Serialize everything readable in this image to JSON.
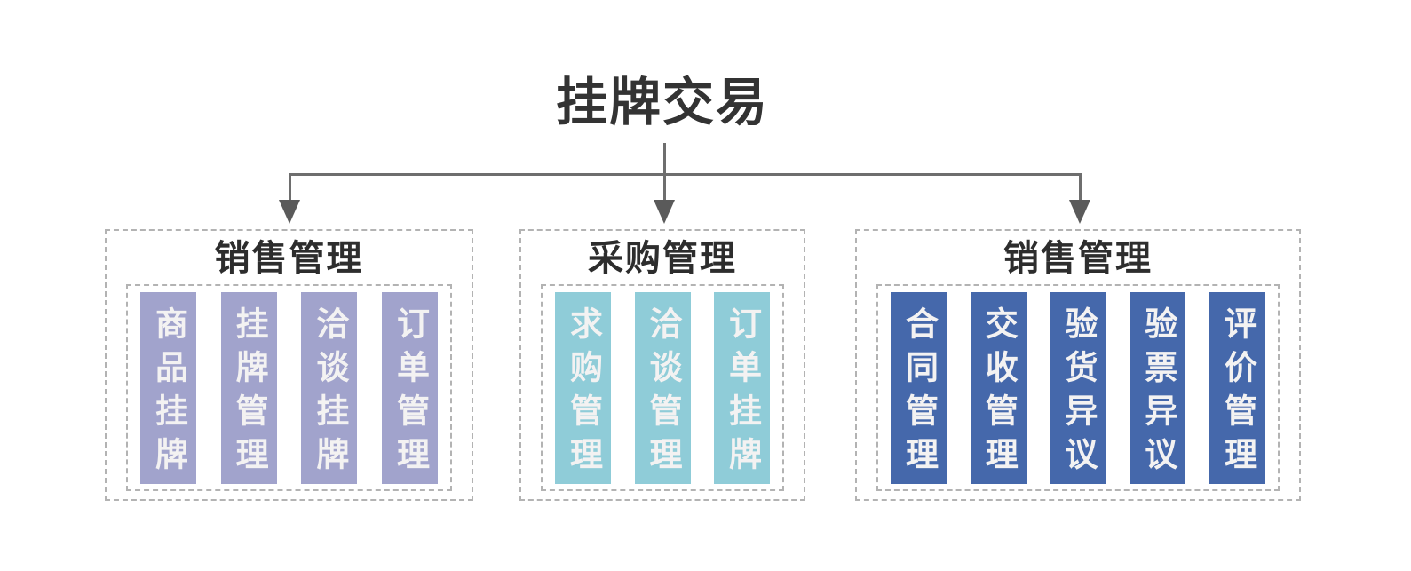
{
  "page": {
    "title": "挂牌交易"
  },
  "colors": {
    "group1_bar": "#a1a3cc",
    "group2_bar": "#8fccd8",
    "group3_bar": "#4568ab",
    "bar_text": "#f3f2f2",
    "connector": "#6e6e6e",
    "dashed_border": "#b3b3b3",
    "title_text": "#333333"
  },
  "groups": [
    {
      "title": "销售管理",
      "items": [
        "商品挂牌",
        "挂牌管理",
        "洽谈挂牌",
        "订单管理"
      ]
    },
    {
      "title": "采购管理",
      "items": [
        "求购管理",
        "洽谈管理",
        "订单挂牌"
      ]
    },
    {
      "title": "销售管理",
      "items": [
        "合同管理",
        "交收管理",
        "验货异议",
        "验票异议",
        "评价管理"
      ]
    }
  ]
}
